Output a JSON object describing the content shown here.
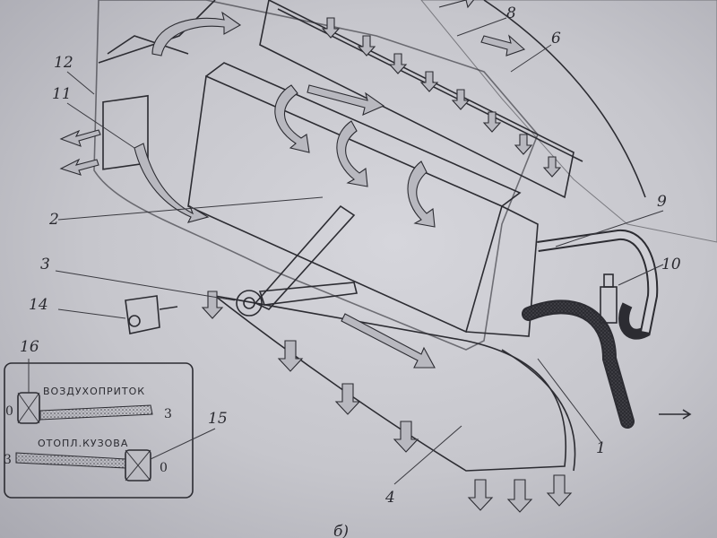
{
  "diagram": {
    "callouts": {
      "n1": "1",
      "n2": "2",
      "n3": "3",
      "n4": "4",
      "n6": "6",
      "n8": "8",
      "n9": "9",
      "n10": "10",
      "n11": "11",
      "n12": "12",
      "n14": "14",
      "n15": "15",
      "n16": "16"
    },
    "control_panel": {
      "air_inlet_label": "ВОЗДУХОПРИТОК",
      "heating_label": "ОТОПЛ.КУЗОВА",
      "air_inlet_scale_left": "0",
      "air_inlet_scale_right": "3",
      "heating_scale_left": "3",
      "heating_scale_right": "0"
    },
    "caption": "б)"
  }
}
